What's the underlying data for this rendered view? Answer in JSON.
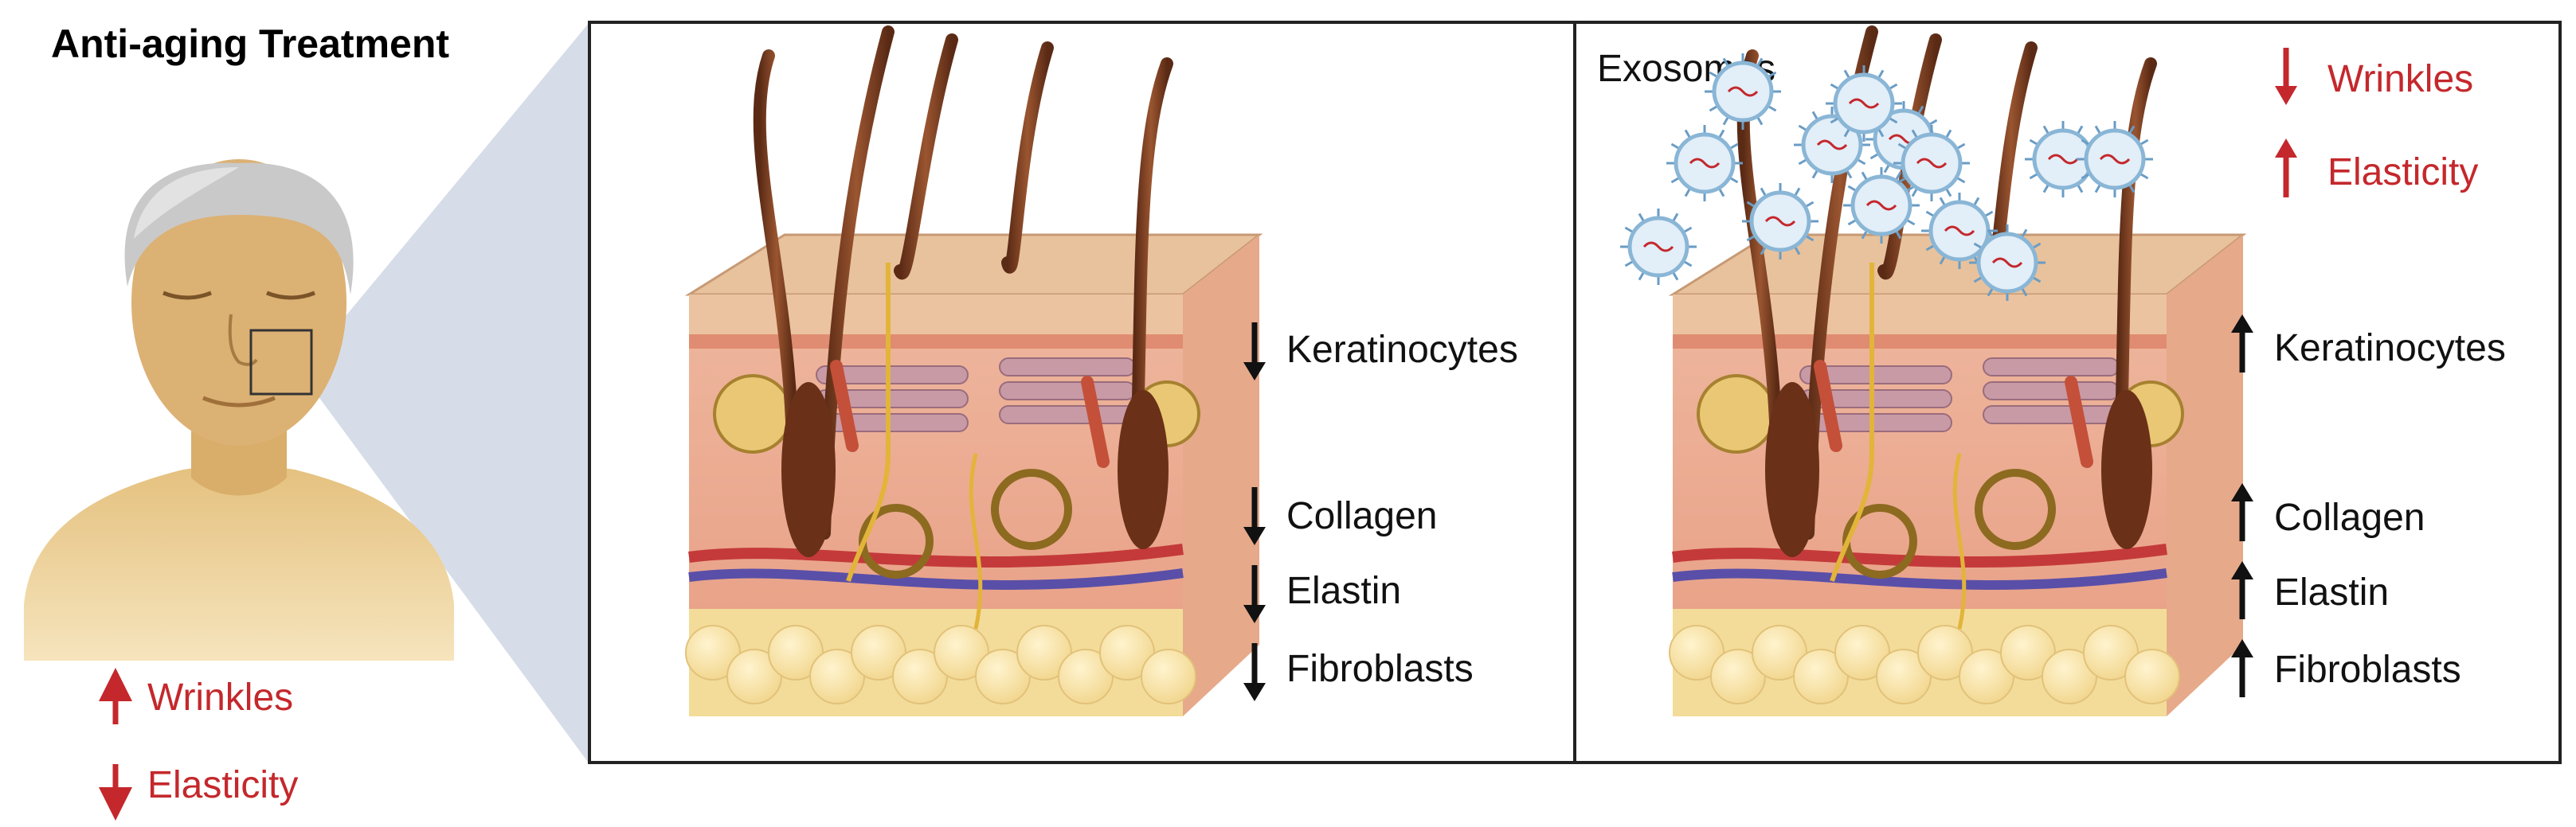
{
  "title": "Anti-aging Treatment",
  "colors": {
    "increase_red": "#c4282c",
    "black": "#111111",
    "panel_border": "#222222",
    "zoom_wedge": "#d6dde8",
    "skin_tone": "#e9c98a",
    "hair": "#7a3f22",
    "exosome": "#8ab6d6"
  },
  "face_labels": [
    {
      "direction": "up",
      "text": "Wrinkles"
    },
    {
      "direction": "down",
      "text": "Elasticity"
    }
  ],
  "untreated": {
    "labels": [
      {
        "direction": "down",
        "text": "Keratinocytes"
      },
      {
        "direction": "down",
        "text": "Collagen"
      },
      {
        "direction": "down",
        "text": "Elastin"
      },
      {
        "direction": "down",
        "text": "Fibroblasts"
      }
    ]
  },
  "treated": {
    "exosome_label": "Exosomes",
    "effects": [
      {
        "direction": "down",
        "text": "Wrinkles"
      },
      {
        "direction": "up",
        "text": "Elasticity"
      }
    ],
    "labels": [
      {
        "direction": "up",
        "text": "Keratinocytes"
      },
      {
        "direction": "up",
        "text": "Collagen"
      },
      {
        "direction": "up",
        "text": "Elastin"
      },
      {
        "direction": "up",
        "text": "Fibroblasts"
      }
    ]
  }
}
